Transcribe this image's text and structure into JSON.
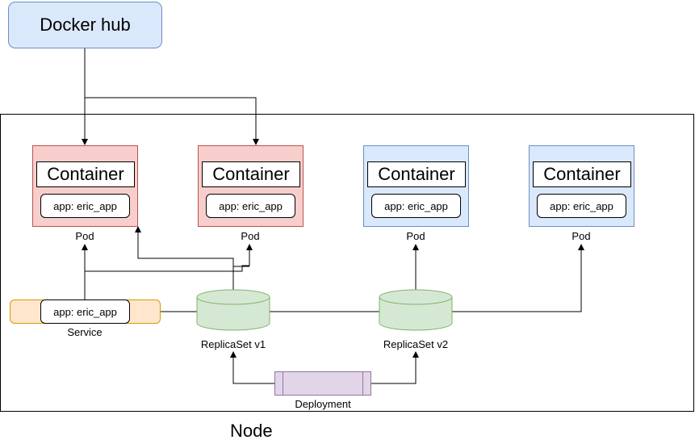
{
  "docker_hub": {
    "label": "Docker hub"
  },
  "node": {
    "label": "Node"
  },
  "pods": [
    {
      "container": "Container",
      "app_label": "app: eric_app",
      "caption": "Pod",
      "color": "#f8cecc"
    },
    {
      "container": "Container",
      "app_label": "app: eric_app",
      "caption": "Pod",
      "color": "#f8cecc"
    },
    {
      "container": "Container",
      "app_label": "app: eric_app",
      "caption": "Pod",
      "color": "#dae8fc"
    },
    {
      "container": "Container",
      "app_label": "app: eric_app",
      "caption": "Pod",
      "color": "#dae8fc"
    }
  ],
  "service": {
    "app_label": "app: eric_app",
    "caption": "Service",
    "color": "#ffe6cc"
  },
  "replicasets": [
    {
      "caption": "ReplicaSet v1",
      "color": "#d5e8d4"
    },
    {
      "caption": "ReplicaSet v2",
      "color": "#d5e8d4"
    }
  ],
  "deployment": {
    "caption": "Deployment",
    "color": "#e1d5e7"
  }
}
